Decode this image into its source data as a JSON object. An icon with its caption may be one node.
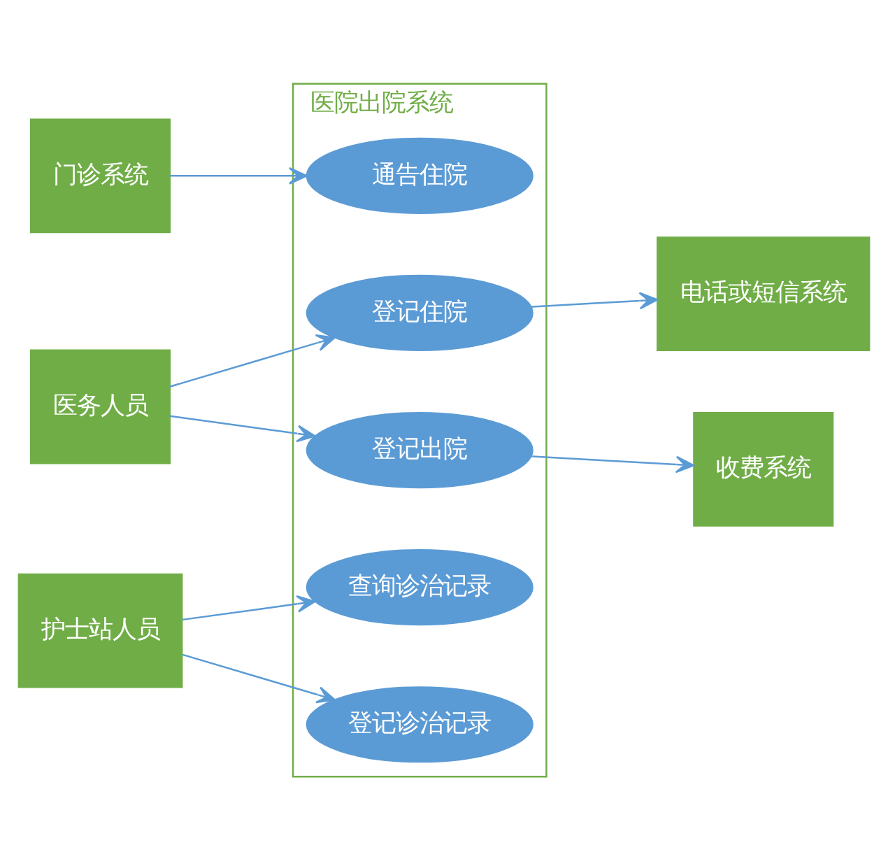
{
  "diagram": {
    "nodes": [
      {
        "text": [
          "医院出院系统"
        ]
      },
      {
        "text": [
          "通告住院"
        ],
        "in": 0
      },
      {
        "text": [
          "登记住院"
        ],
        "in": 0
      },
      {
        "text": [
          "登记出院"
        ],
        "in": 0
      },
      {
        "text": [
          "查询诊治记录"
        ],
        "in": 0
      },
      {
        "text": [
          "登记诊治记录"
        ],
        "in": 0
      },
      {
        "text": [
          "门诊系统"
        ]
      },
      {
        "text": [
          "医务人员"
        ]
      },
      {
        "text": [
          "护士站人员"
        ]
      },
      {
        "text": [
          "电话或短信系统"
        ]
      },
      {
        "text": [
          "收费系统"
        ]
      }
    ],
    "edges": [
      {
        "from": 6,
        "to": 1,
        "arrow": "to"
      },
      {
        "from": 7,
        "to": 2,
        "arrow": "to"
      },
      {
        "from": 7,
        "to": 3,
        "arrow": "to"
      },
      {
        "from": 8,
        "to": 4,
        "arrow": "to"
      },
      {
        "from": 8,
        "to": 5,
        "arrow": "to"
      },
      {
        "from": 2,
        "to": 9,
        "arrow": "to"
      },
      {
        "from": 3,
        "to": 10,
        "arrow": "to"
      }
    ]
  }
}
